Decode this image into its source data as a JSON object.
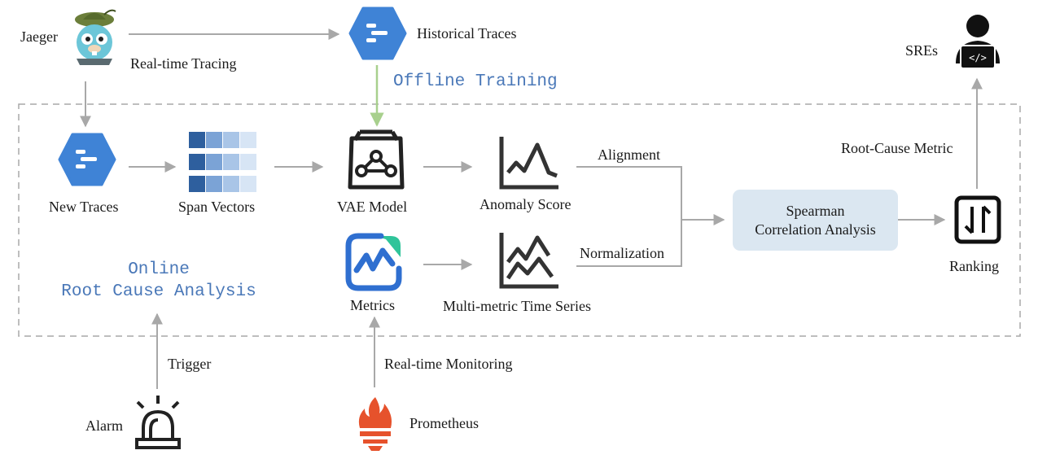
{
  "colors": {
    "arrow": "#a8a8a8",
    "training_arrow": "#a8d08d",
    "hexagon": "#3f83d6",
    "span_dark": "#2e5f9e",
    "span_light": "#c9daf0",
    "panel": "#dbe7f1",
    "mono_text": "#4a78b8",
    "prometheus": "#e6522c",
    "dashed_border": "#a8a8a8"
  },
  "nodes": {
    "jaeger": {
      "label": "Jaeger",
      "icon": "jaeger-gopher-icon"
    },
    "historical": {
      "label": "Historical Traces",
      "icon": "traces-hexagon-icon"
    },
    "new_traces": {
      "label": "New Traces",
      "icon": "traces-hexagon-icon"
    },
    "span_vectors": {
      "label": "Span Vectors",
      "icon": "span-vectors-icon"
    },
    "vae": {
      "label": "VAE Model",
      "icon": "vae-model-icon"
    },
    "anomaly": {
      "label": "Anomaly Score",
      "icon": "anomaly-chart-icon"
    },
    "metrics": {
      "label": "Metrics",
      "icon": "metrics-icon"
    },
    "multi_metric": {
      "label": "Multi-metric Time Series",
      "icon": "multi-line-chart-icon"
    },
    "spearman": {
      "line1": "Spearman",
      "line2": "Correlation Analysis"
    },
    "ranking": {
      "label": "Ranking",
      "icon": "sort-ranking-icon"
    },
    "sres": {
      "label": "SREs",
      "icon": "engineer-icon"
    },
    "alarm": {
      "label": "Alarm",
      "icon": "alarm-icon"
    },
    "prometheus": {
      "label": "Prometheus",
      "icon": "prometheus-flame-icon"
    }
  },
  "edges": {
    "realtime_tracing": "Real-time Tracing",
    "offline_training": "Offline Training",
    "alignment": "Alignment",
    "normalization": "Normalization",
    "root_cause_metric": "Root-Cause Metric",
    "trigger": "Trigger",
    "realtime_monitoring": "Real-time Monitoring"
  },
  "online_panel": {
    "line1": "Online",
    "line2": "Root Cause Analysis"
  }
}
